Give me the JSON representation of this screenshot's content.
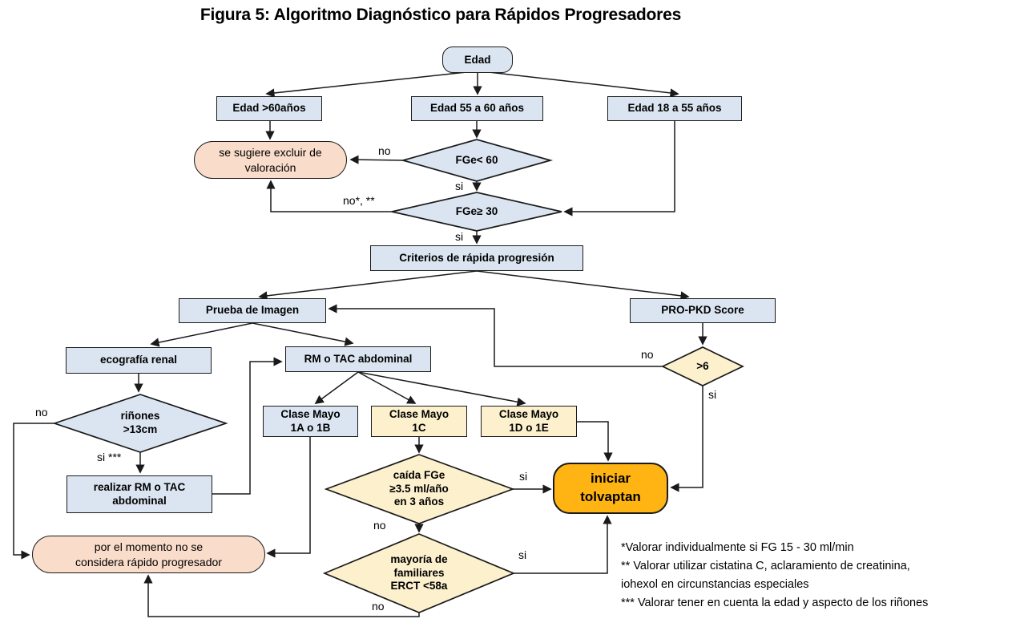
{
  "title": "Figura 5: Algoritmo Diagnóstico para Rápidos Progresadores",
  "nodes": {
    "edad": "Edad",
    "edad_gt60": "Edad >60años",
    "edad_55_60": "Edad 55 a 60 años",
    "edad_18_55": "Edad 18 a 55 años",
    "excluir": "se sugiere excluir de\nvaloración",
    "fge60": "FGe< 60",
    "fge30": "FGe≥ 30",
    "criterios": "Criterios de rápida progresión",
    "prueba": "Prueba de Imagen",
    "propkd": "PRO-PKD Score",
    "ecografia": "ecografía renal",
    "rmtac": "RM o TAC abdominal",
    "rinones": "riñones\n>13cm",
    "realizar": "realizar RM o TAC\nabdominal",
    "mayo_1ab": "Clase Mayo\n1A o 1B",
    "mayo_1c": "Clase Mayo\n1C",
    "mayo_1de": "Clase Mayo\n1D o 1E",
    "caida": "caída FGe\n≥3.5 ml/año\nen 3 años",
    "mayoria": "mayoría de\nfamiliares\nERCT <58a",
    "score6": ">6",
    "tolvaptan": "iniciar\ntolvaptan",
    "momento": "por el momento no se\nconsidera rápido progresador"
  },
  "labels": {
    "fge60_no": "no",
    "fge60_si": "si",
    "fge30_no": "no*, **",
    "fge30_si": "si",
    "rinones_no": "no",
    "rinones_si": "si ***",
    "caida_si": "si",
    "caida_no": "no",
    "mayoria_si": "si",
    "mayoria_no": "no",
    "score_no": "no",
    "score_si": "si"
  },
  "footnotes": [
    "*Valorar individualmente si FG 15 - 30 ml/min",
    "** Valorar utilizar cistatina C, aclaramiento de creatinina,",
    "iohexol en circunstancias especiales",
    "*** Valorar tener en cuenta la edad y aspecto de los riñones"
  ],
  "colors": {
    "node_blue": "#dbe5f1",
    "node_cream": "#fcf0cd",
    "node_pink": "#f9dcca",
    "node_orange": "#ffb414",
    "line": "#1a1a1a"
  }
}
